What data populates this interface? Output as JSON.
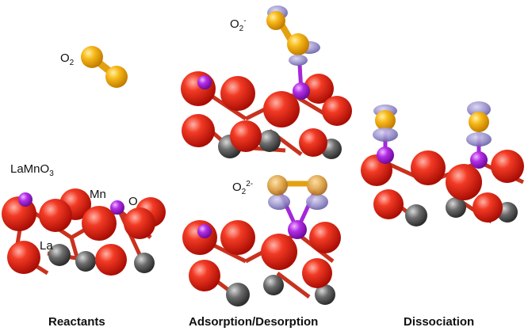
{
  "panels": {
    "reactants": {
      "caption": "Reactants",
      "o2_label": {
        "base": "O",
        "sub": "2"
      },
      "surface_label": {
        "base": "LaMnO",
        "sub": "3"
      },
      "mn_label": "Mn",
      "o_label": "O",
      "la_label": "La"
    },
    "adsorption": {
      "caption": "Adsorption/Desorption",
      "superoxide_label": {
        "base": "O",
        "sub": "2",
        "sup": "-"
      },
      "peroxide_label": {
        "base": "O",
        "sub": "2",
        "sup": "2-"
      }
    },
    "dissociation": {
      "caption": "Dissociation"
    }
  },
  "colors": {
    "oxygen_lattice": "#e52416",
    "oxygen_molecule": "#f3b21a",
    "manganese": "#a428d8",
    "lanthanum": "#5a5a5a",
    "bond": "#c8321e",
    "isosurface": "#8c84c6"
  }
}
